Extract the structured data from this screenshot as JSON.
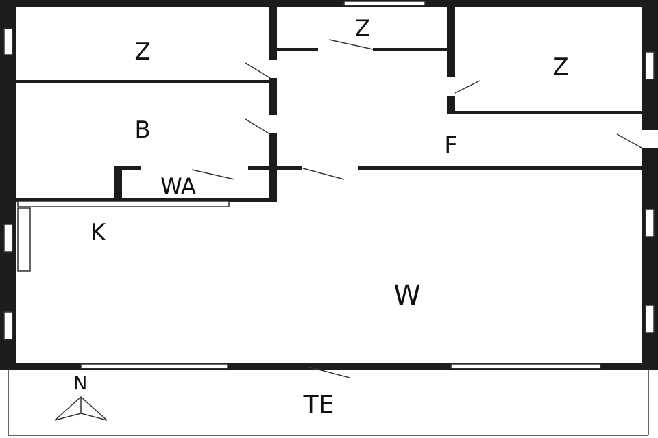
{
  "rooms": {
    "z_top_left": "Z",
    "z_top_middle": "Z",
    "z_right": "Z",
    "b": "B",
    "wa": "WA",
    "f": "F",
    "k": "K",
    "w": "W",
    "te": "TE"
  },
  "compass": {
    "label": "N"
  },
  "colors": {
    "wall": "#1c1c1c",
    "background": "#ffffff",
    "line": "#333333"
  }
}
